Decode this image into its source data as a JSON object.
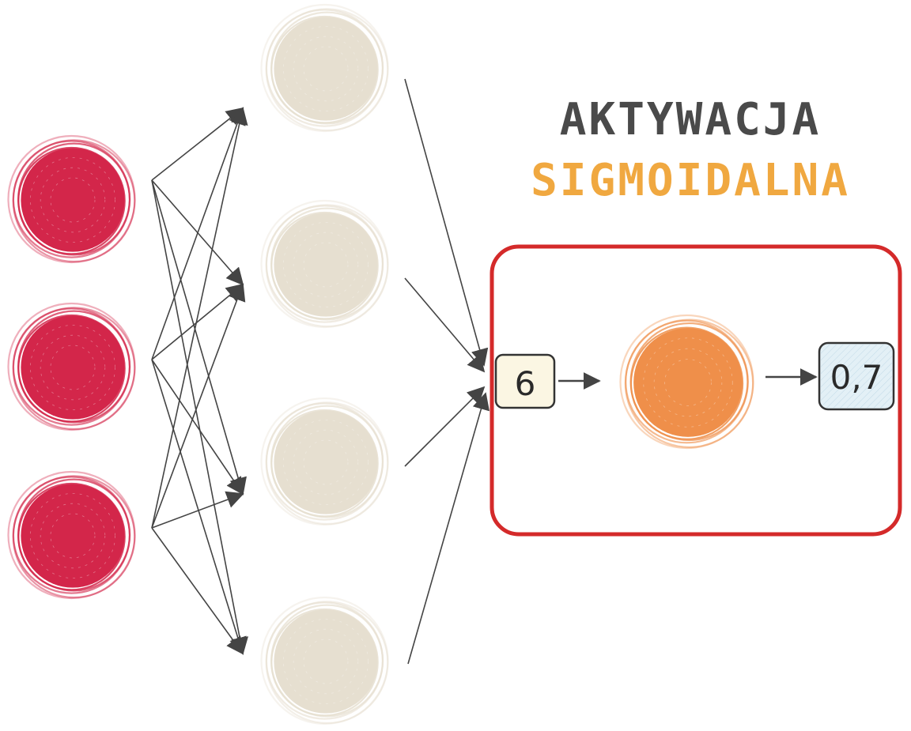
{
  "title": {
    "line1": "AKTYWACJA",
    "line2": "SIGMOIDALNA"
  },
  "activation": {
    "input_value": "6",
    "output_value": "0,7"
  },
  "network": {
    "input_count": 3,
    "hidden_count": 4,
    "output_count": 1
  },
  "colors": {
    "input_node": "#d3264a",
    "hidden_node": "#e6dfd0",
    "output_node": "#ef8f4a",
    "arrow": "#444444",
    "highlight_border": "#d42a2a",
    "title_dark": "#4a4a4a",
    "title_accent": "#f0a840",
    "input_box": "#fbf6e3",
    "output_box": "#e3f0f6"
  }
}
